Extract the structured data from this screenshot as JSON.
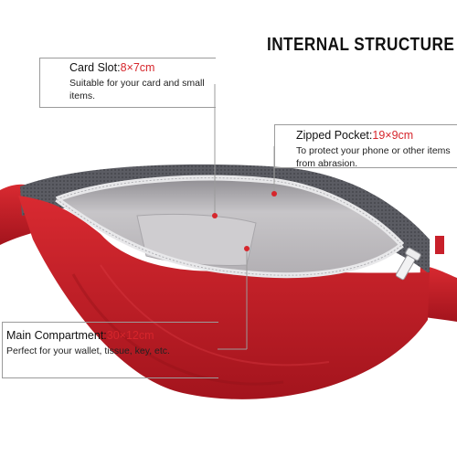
{
  "title": "INTERNAL STRUCTURE",
  "callouts": {
    "card_slot": {
      "label": "Card Slot:",
      "size": "8×7cm",
      "desc": "Suitable for your card and small items."
    },
    "zipped_pocket": {
      "label": "Zipped Pocket:",
      "size": "19×9cm",
      "desc": "To protect your phone or other items from abrasion."
    },
    "main_compartment": {
      "label": "Main Compartment:",
      "size": "30×12cm",
      "desc": "Perfect for your wallet, tissue, key,  etc."
    }
  },
  "colors": {
    "bag_red": "#c8202a",
    "accent_red": "#d6262c",
    "lining_grey": "#b9b7ba",
    "mesh_grey": "#5e5f66"
  }
}
